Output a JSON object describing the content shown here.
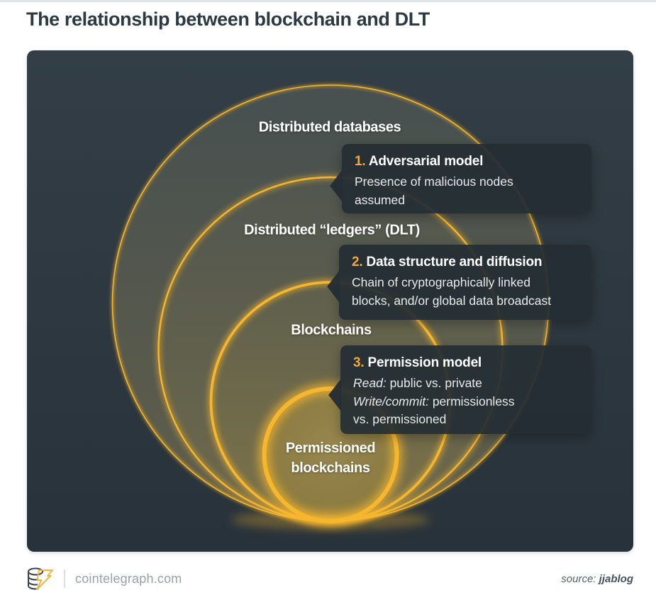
{
  "page": {
    "title": "The relationship between blockchain and DLT"
  },
  "diagram": {
    "colors": {
      "gold": "#f6b62e",
      "number_gold": "#f2a93b",
      "panel_top": "#333e46",
      "panel_bottom": "#28323a",
      "ring1_top": "#475050",
      "ring1_bottom": "#615f4a",
      "ring2_top": "#51564f",
      "ring2_bottom": "#6f6a4b",
      "ring3_top": "#5e5f4d",
      "ring3_bottom": "#7d7348",
      "ring4_center": "#97864e",
      "ring4_edge": "#84763c"
    },
    "rings": [
      {
        "label": "Distributed databases"
      },
      {
        "label": "Distributed “ledgers” (DLT)"
      },
      {
        "label": "Blockchains"
      },
      {
        "label": "Permissioned blockchains"
      }
    ],
    "callouts": [
      {
        "number": "1.",
        "title": "Adversarial model",
        "lines": [
          {
            "lead": "",
            "text": "Presence of malicious nodes"
          },
          {
            "lead": "",
            "text": "assumed"
          }
        ]
      },
      {
        "number": "2.",
        "title": "Data structure and diffusion",
        "lines": [
          {
            "lead": "",
            "text": "Chain of cryptographically linked"
          },
          {
            "lead": "",
            "text": "blocks, and/or global data broadcast"
          }
        ]
      },
      {
        "number": "3.",
        "title": "Permission model",
        "lines": [
          {
            "lead": "Read:",
            "text": " public vs. private"
          },
          {
            "lead": "Write/commit:",
            "text": " permissionless"
          },
          {
            "lead": "",
            "text": "vs. permissioned"
          }
        ]
      }
    ]
  },
  "footer": {
    "brand": "cointelegraph.com",
    "source_label": "source:",
    "source_value": "jjablog"
  }
}
